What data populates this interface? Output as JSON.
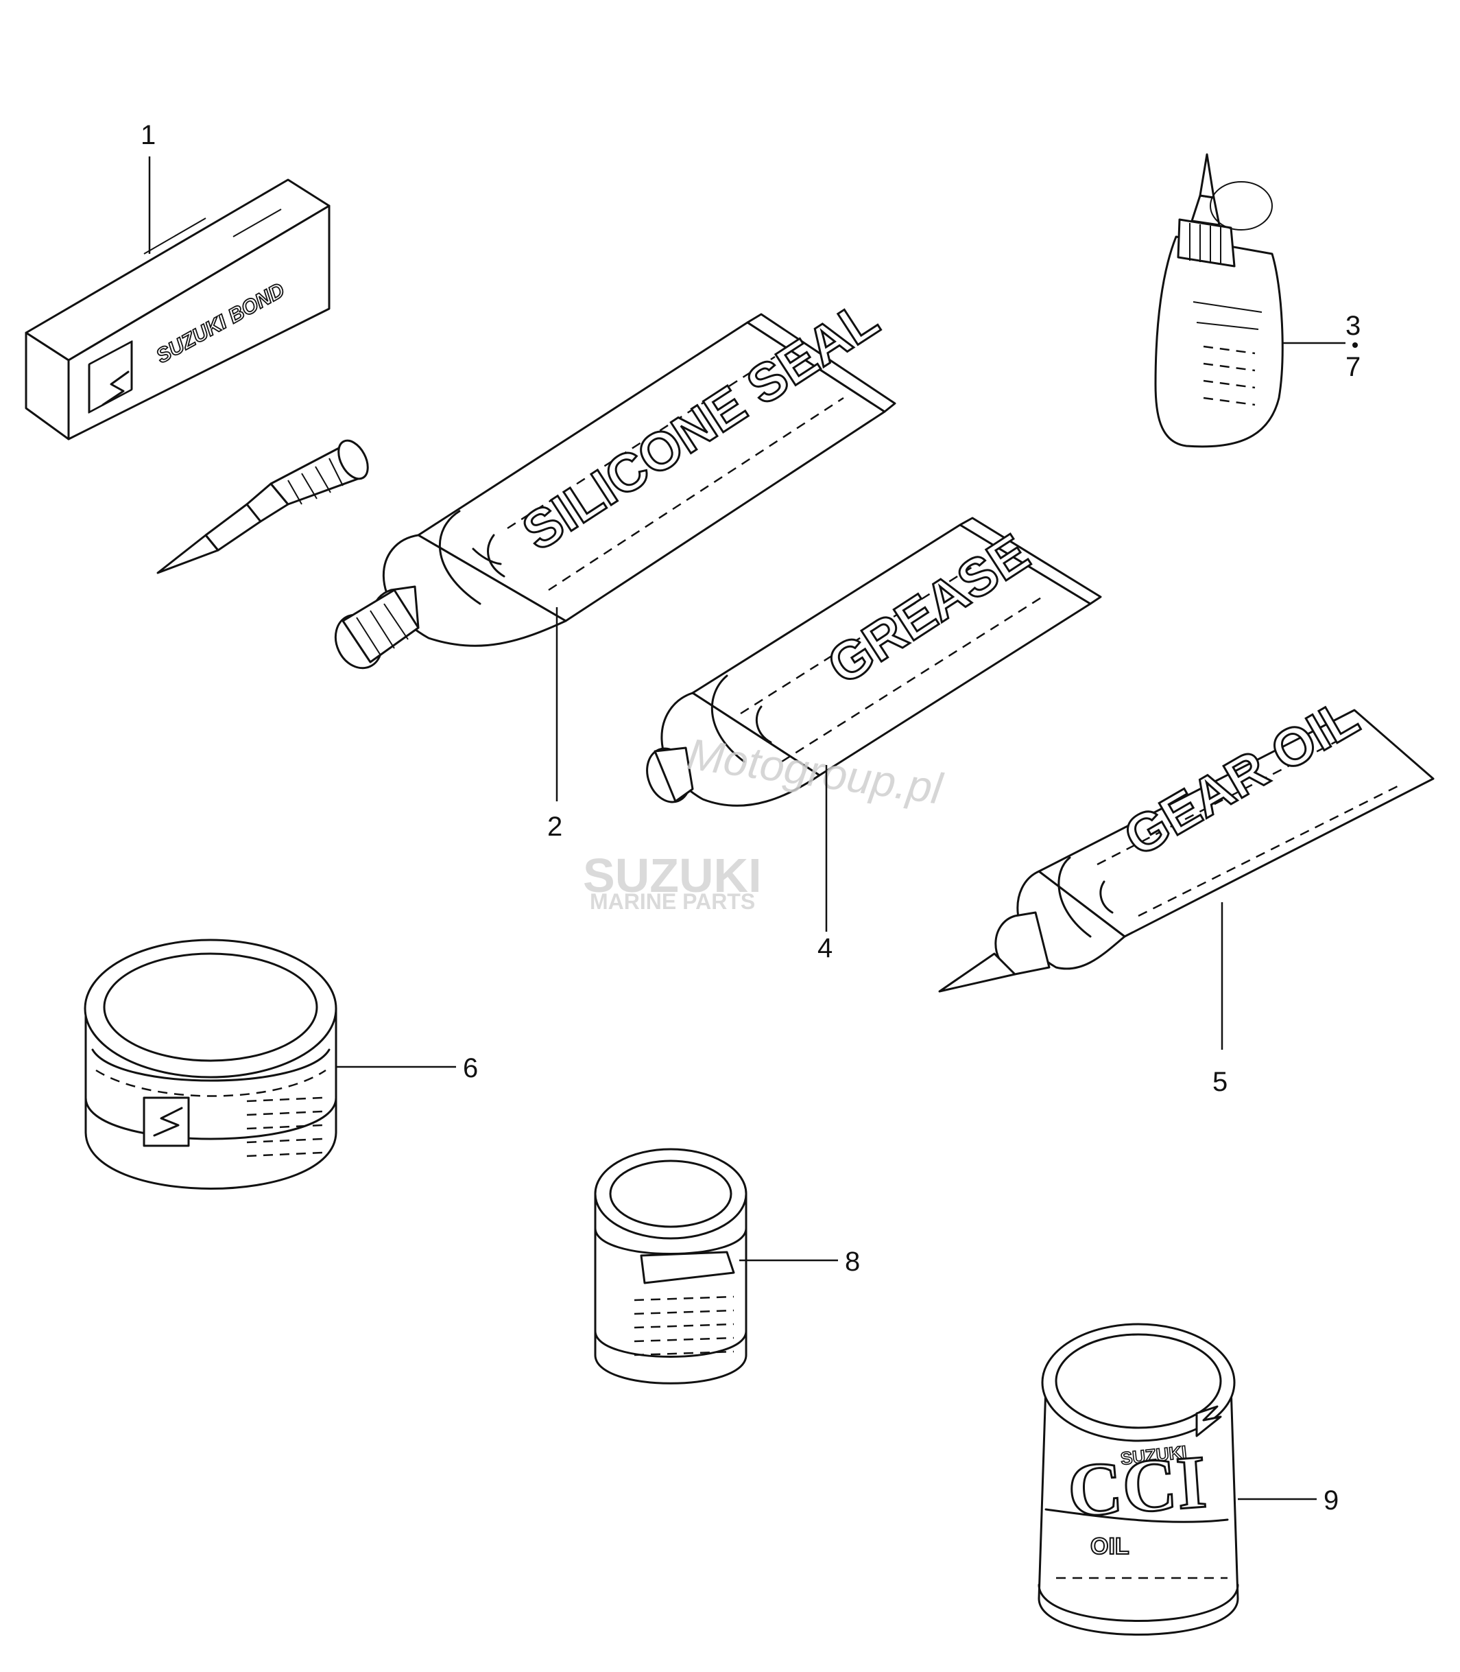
{
  "callouts": {
    "c1": "1",
    "c2": "2",
    "c3": "3",
    "c7": "7",
    "c4": "4",
    "c5": "5",
    "c6": "6",
    "c8": "8",
    "c9": "9"
  },
  "product_labels": {
    "bond": "SUZUKI BOND",
    "silicone": "SILICONE SEAL",
    "grease": "GREASE",
    "gear_oil": "GEAR OIL",
    "can_brand": "SUZUKI",
    "can_main": "CCI",
    "can_oil": "OIL"
  },
  "watermark": {
    "site": "Motogroup.pl",
    "brand": "SUZUKI",
    "tagline": "MARINE PARTS"
  }
}
